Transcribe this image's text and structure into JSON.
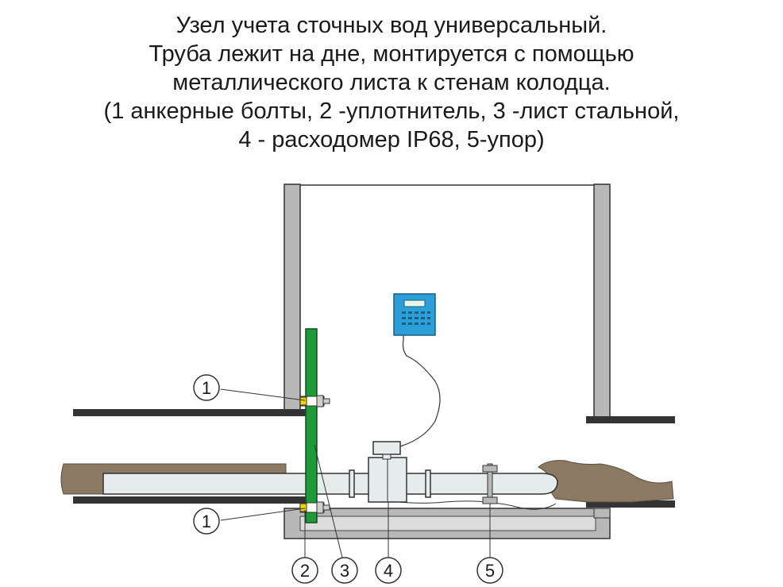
{
  "title": {
    "lines": [
      "Узел учета сточных вод универсальный.",
      "Труба лежит на дне, монтируется с помощью",
      "металлического листа к стенам колодца.",
      "(1 анкерные болты, 2 -уплотнитель, 3 -лист стальной,",
      "4 - расходомер IP68, 5-упор)"
    ]
  },
  "callouts": {
    "anchor_bolt_top": "1",
    "anchor_bolt_bottom": "1",
    "seal": "2",
    "steel_sheet": "3",
    "flowmeter": "4",
    "stop": "5"
  },
  "colors": {
    "wall": "#b8b8b8",
    "pipe_dark": "#333333",
    "pipe_light": "#e6ecec",
    "soil": "#8a7a63",
    "steel_sheet": "#1f9a3a",
    "seal": "#f2d200",
    "device": "#2d9fd8"
  }
}
